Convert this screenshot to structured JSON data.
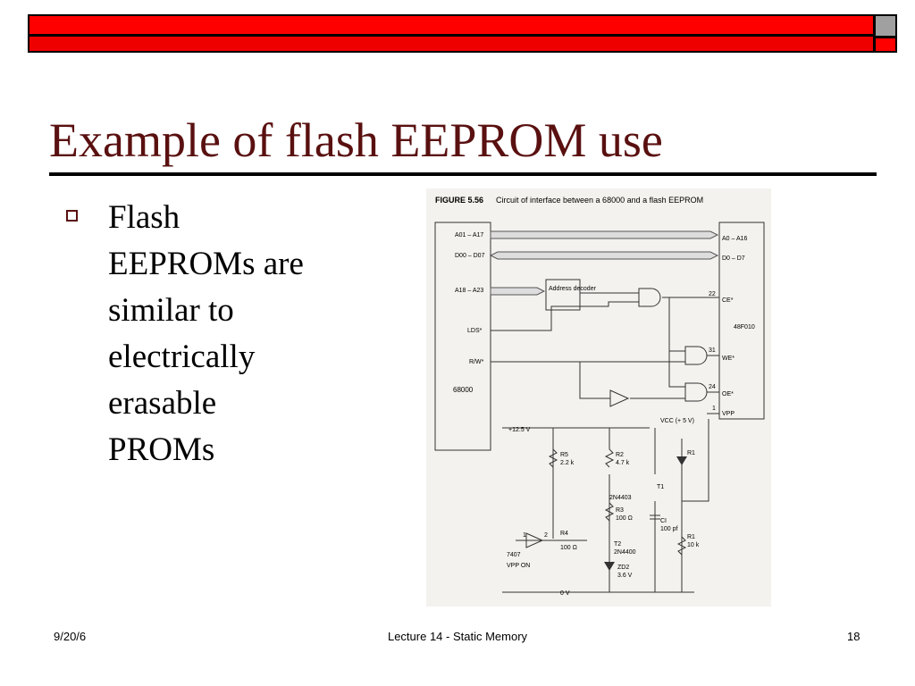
{
  "slide": {
    "title": "Example of flash EEPROM use",
    "bullets": [
      "Flash EEPROMs are similar to electrically erasable PROMs"
    ]
  },
  "figure": {
    "caption_label": "FIGURE 5.56",
    "caption_text": "Circuit of interface between a 68000 and a flash EEPROM",
    "cpu": "68000",
    "memory_chip": "48F010",
    "cpu_signals": [
      "A01 – A17",
      "D00 – D07",
      "A18 – A23",
      "LDS*",
      "R/W*"
    ],
    "mem_signals": [
      "A0 – A16",
      "D0 – D7",
      "CE*",
      "WE*",
      "OE*",
      "VPP"
    ],
    "pin_numbers": [
      "22",
      "31",
      "24",
      "1"
    ],
    "decoder": "Address decoder",
    "supply": "+12.5 V",
    "vcc": "VCC (+ 5 V)",
    "ground": "0 V",
    "components": [
      {
        "name": "R5",
        "value": "2.2 k"
      },
      {
        "name": "R2",
        "value": "4.7 k"
      },
      {
        "name": "R3",
        "value": "100 Ω"
      },
      {
        "name": "R4",
        "value": "100 Ω"
      },
      {
        "name": "R1",
        "value": "10 k"
      },
      {
        "name": "CI",
        "value": "100 pf"
      },
      {
        "name": "T1",
        "value": "2N4403"
      },
      {
        "name": "T2",
        "value": "2N4400"
      },
      {
        "name": "ZD2",
        "value": "3.6 V"
      },
      {
        "name": "R1",
        "value": ""
      }
    ],
    "buffer": "7407",
    "buffer_pins": [
      "1",
      "2"
    ],
    "vpp_on": "VPP ON"
  },
  "footer": {
    "date": "9/20/6",
    "center": "Lecture 14 - Static Memory",
    "page": "18"
  },
  "colors": {
    "bar": "#ff0000",
    "square": "#a0a0a0",
    "title": "#5a1010"
  }
}
